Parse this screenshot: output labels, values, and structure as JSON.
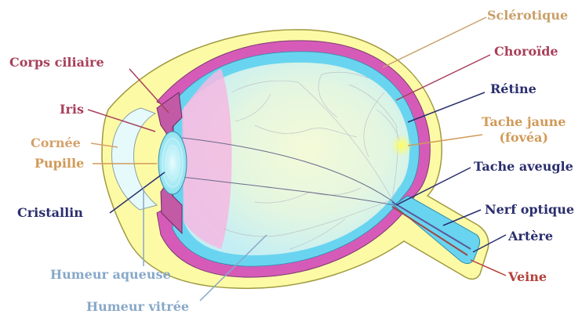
{
  "labels": {
    "sclerotique": "Sclérotique",
    "choroide": "Choroïde",
    "retine": "Rétine",
    "tache_jaune_line1": "Tache jaune",
    "tache_jaune_line2": "(fovéa)",
    "tache_aveugle": "Tache aveugle",
    "nerf_optique": "Nerf optique",
    "artere": "Artère",
    "veine": "Veine",
    "corps_ciliaire": "Corps ciliaire",
    "iris": "Iris",
    "cornee": "Cornée",
    "pupille": "Pupille",
    "cristallin": "Cristallin",
    "humeur_aqueuse": "Humeur aqueuse",
    "humeur_vitree": "Humeur vitrée"
  },
  "colors": {
    "sclerotique": "#c9a06a",
    "choroide": "#a8405a",
    "retine": "#2a2e6e",
    "tache_jaune": "#d19a58",
    "tache_aveugle": "#2a2e6e",
    "nerf_optique": "#2a2e6e",
    "artere": "#2a2e6e",
    "veine": "#b5403a",
    "corps_ciliaire": "#a8405a",
    "iris": "#a8405a",
    "cornee": "#d4a06a",
    "pupille": "#d19a58",
    "cristallin": "#2a2e6e",
    "humeur_aqueuse": "#88a8c8",
    "humeur_vitree": "#88a8c8",
    "sclera_fill": "#fdfaa6",
    "sclera_stroke": "#a09a40",
    "choroid_fill": "#d65bb8",
    "retina_fill": "#69d4f0",
    "vitreous_fill": "#c8f4f8",
    "ciliary_fill": "#f2a2d8",
    "lens_fill": "#9eeaf4"
  }
}
